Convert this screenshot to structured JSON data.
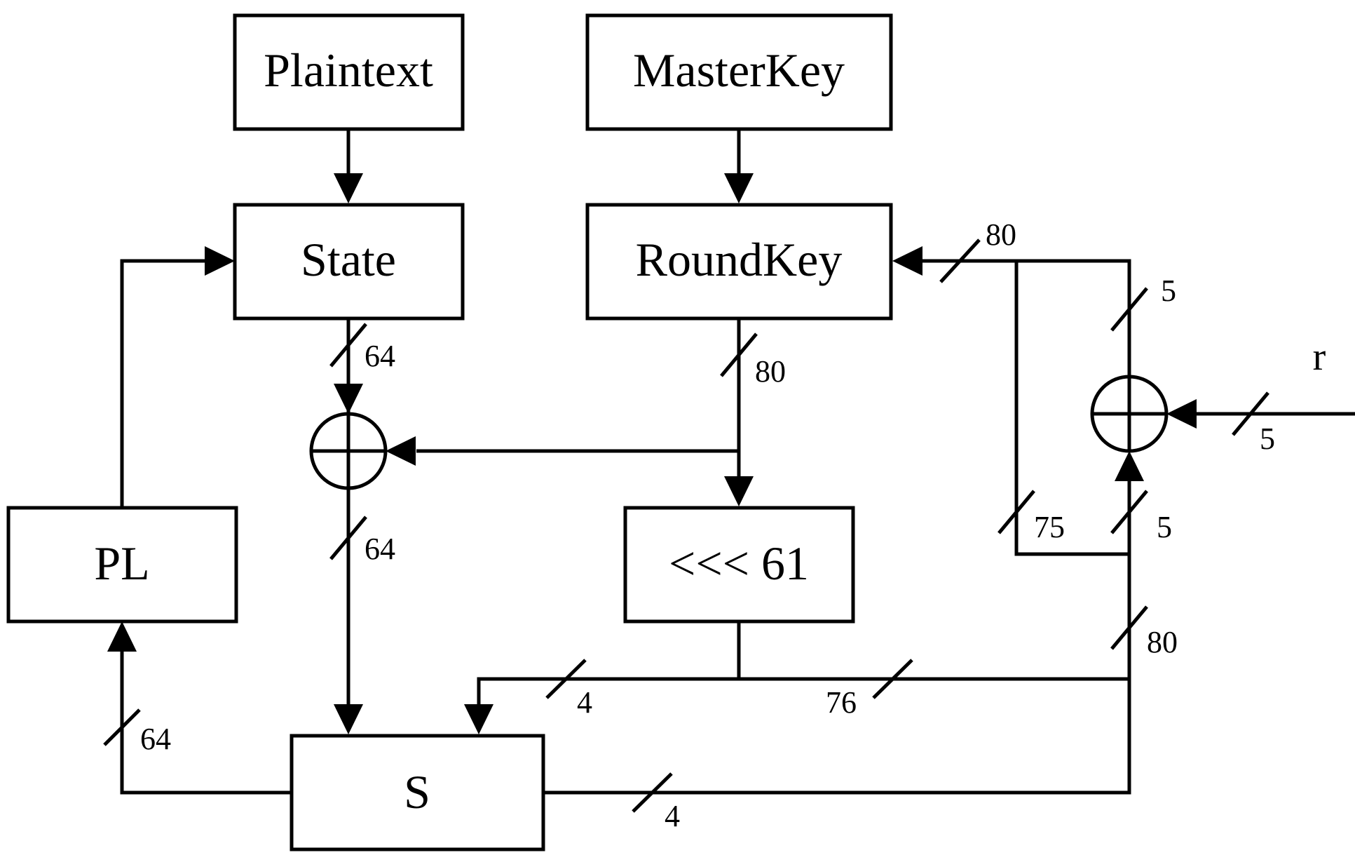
{
  "blocks": {
    "plaintext": "Plaintext",
    "master_key": "MasterKey",
    "state": "State",
    "round_key": "RoundKey",
    "rotate": "<<< 61",
    "pl": "PL",
    "sbox": "S"
  },
  "bus_widths": {
    "state_to_xor": "64",
    "xor_to_sbox": "64",
    "roundkey_out": "80",
    "roundkey_feedback": "80",
    "counter_in_top": "5",
    "counter_in_bottom": "5",
    "r_input": "5",
    "upper_75": "75",
    "feedback_80": "80",
    "to_sbox_4": "4",
    "bits_76": "76",
    "sbox_out_4": "4",
    "sbox_to_pl": "64"
  },
  "round_counter": "r"
}
